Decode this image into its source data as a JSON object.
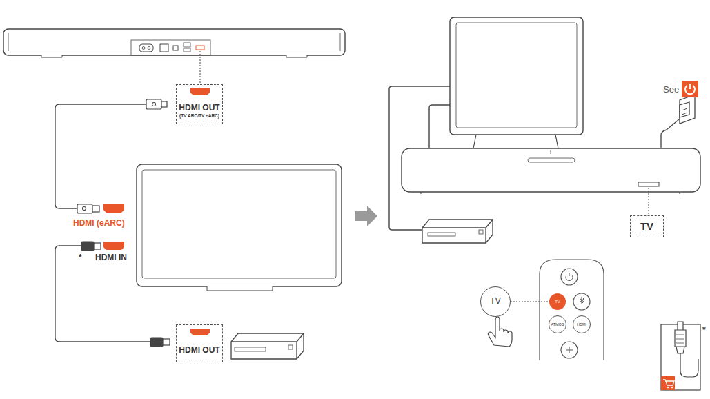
{
  "diagram": {
    "nodes": [
      {
        "text": [
          "HDMI OUT",
          "(TV ARC/TV eARC)"
        ]
      },
      {
        "text": [
          "HDMI OUT"
        ]
      },
      {
        "text": [
          "TV"
        ]
      },
      {
        "text": [
          "TV"
        ]
      },
      {
        "text": [
          "TV"
        ]
      },
      {
        "text": [
          "ATMOS"
        ]
      },
      {
        "text": [
          "HDMI"
        ]
      }
    ],
    "edges": [
      {
        "from": 3,
        "to": 4,
        "arrow": "none"
      }
    ],
    "labels": [
      "HDMI (eARC)",
      "*",
      "HDMI IN",
      "See",
      "*"
    ]
  }
}
